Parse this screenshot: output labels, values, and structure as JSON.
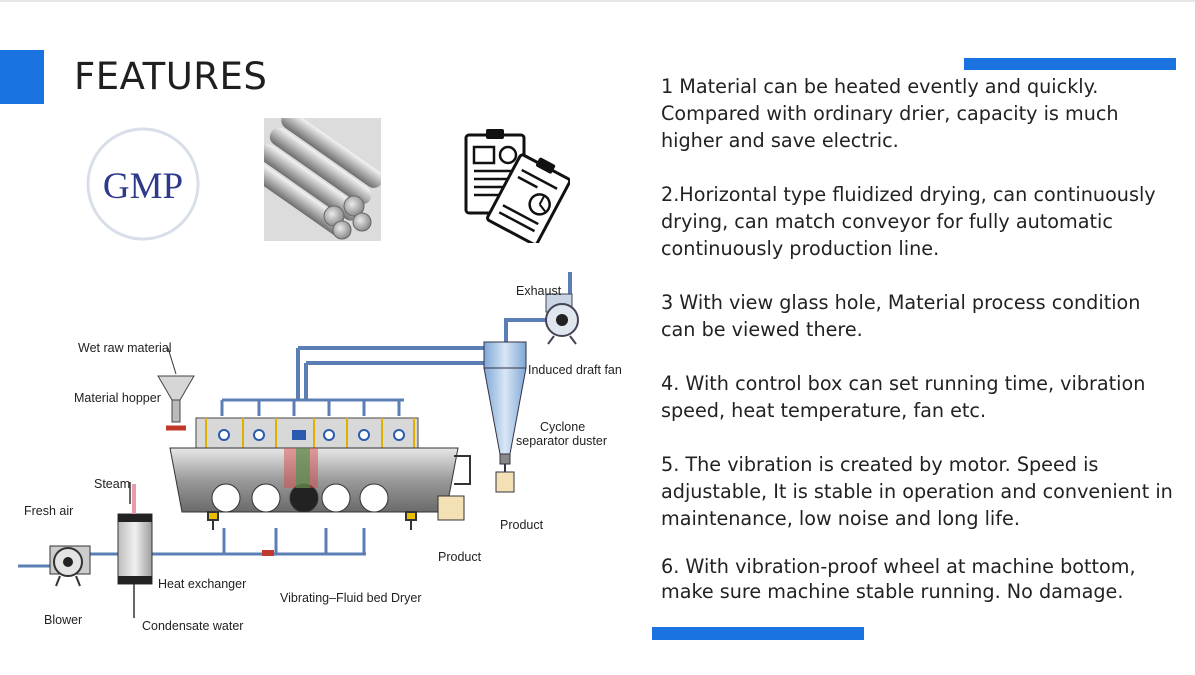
{
  "header": {
    "title": "FEATURES"
  },
  "icons": {
    "gmp_badge": {
      "text": "GMP",
      "icon": "gmp-badge-icon"
    },
    "steel_rods": {
      "icon": "steel-rods-icon"
    },
    "documents": {
      "icon": "clipboard-documents-icon"
    }
  },
  "colors": {
    "accent": "#1a73e0",
    "gmp_text": "#2e3a8c"
  },
  "features": [
    {
      "line1": "1 Material can be heated evently and quickly.",
      "line2": "Compared with ordinary drier, capacity is much",
      "line3": "higher and save electric."
    },
    {
      "line1": "2.Horizontal type fluidized drying, can continuously",
      "line2": "drying, can match conveyor for fully automatic",
      "line3": "continuously production line."
    },
    {
      "line1": "3 With view glass hole, Material process condition",
      "line2": "can be viewed there."
    },
    {
      "line1": "4. With control box can set running time, vibration",
      "line2": "speed, heat temperature, fan etc."
    },
    {
      "line1": "5. The vibration is created by motor. Speed is",
      "line2": "adjustable, It is stable in operation and convenient in",
      "line3": "maintenance, low noise and long life."
    },
    {
      "line1": "6. With vibration-proof wheel at machine bottom,",
      "line2": "make sure machine stable running. No damage."
    }
  ],
  "diagram": {
    "labels": {
      "exhaust": "Exhaust",
      "wet_raw_material": "Wet raw material",
      "material_hopper": "Material hopper",
      "induced_draft_fan": "Induced draft fan",
      "cyclone_1": "Cyclone",
      "cyclone_2": "separator duster",
      "steam": "Steam",
      "fresh_air": "Fresh air",
      "product_right": "Product",
      "product_bottom": "Product",
      "heat_exchanger": "Heat exchanger",
      "vibrating_dryer": "Vibrating–Fluid bed Dryer",
      "blower": "Blower",
      "condensate_water": "Condensate water"
    }
  }
}
